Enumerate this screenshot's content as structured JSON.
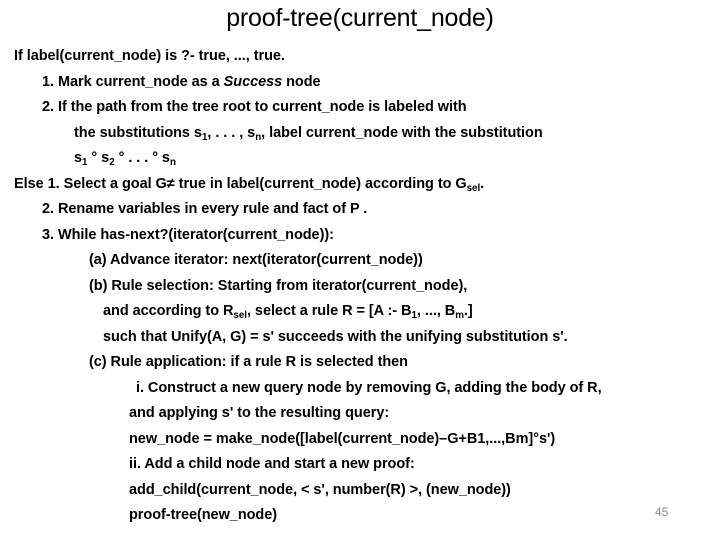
{
  "slide": {
    "title": "proof-tree(current_node)",
    "page_number": "45",
    "page_number_color": "#8a8a8a",
    "background_color": "#ffffff",
    "text_color": "#000000"
  },
  "body": {
    "lines": [
      {
        "id": "line-if-label",
        "indent": 0,
        "text": "If label(current_node) is ?- true, ..., true."
      },
      {
        "id": "line-1-mark",
        "indent": 1,
        "prefix": "1. Mark current_node as a ",
        "italic": "Success",
        "suffix": " node"
      },
      {
        "id": "line-2-if-path",
        "indent": 1,
        "text": "2. If the path from the tree root to current_node is labeled with"
      },
      {
        "id": "line-2-cont-subs",
        "indent": 2,
        "segments": [
          {
            "t": "the substitutions s"
          },
          {
            "sub": "1"
          },
          {
            "t": ", . . . , s"
          },
          {
            "sub": "n"
          },
          {
            "t": ", label current_node with the substitution"
          }
        ]
      },
      {
        "id": "line-2-cont-compose",
        "indent": 2,
        "segments": [
          {
            "t": "s"
          },
          {
            "sub": "1"
          },
          {
            "t": " ° s"
          },
          {
            "sub": "2"
          },
          {
            "t": " ° . . . ° s"
          },
          {
            "sub": "n"
          }
        ]
      },
      {
        "id": "line-else-1-select",
        "indent": 0,
        "segments": [
          {
            "t": "Else 1. Select a goal G≠ true in label(current_node) according to G"
          },
          {
            "sub": "sel"
          },
          {
            "t": "."
          }
        ]
      },
      {
        "id": "line-else-2-rename",
        "indent": 1,
        "text": "2. Rename variables in every rule and fact of P ."
      },
      {
        "id": "line-else-3-while",
        "indent": 1,
        "text": "3. While has-next?(iterator(current_node)):"
      },
      {
        "id": "line-a-advance",
        "indent": 3,
        "text": "(a) Advance iterator: next(iterator(current_node))"
      },
      {
        "id": "line-b-rule-selection",
        "indent": 3,
        "text": "(b) Rule selection: Starting from iterator(current_node),"
      },
      {
        "id": "line-b-cont-according",
        "indent": 4,
        "segments": [
          {
            "t": "and according to R"
          },
          {
            "sub": "sel"
          },
          {
            "t": ", select a rule R = [A :- B"
          },
          {
            "sub": "1"
          },
          {
            "t": ", ..., B"
          },
          {
            "sub": "m"
          },
          {
            "t": ".]"
          }
        ]
      },
      {
        "id": "line-b-cont-unify",
        "indent": 4,
        "text": "such that Unify(A, G) = s' succeeds with the unifying substitution s'."
      },
      {
        "id": "line-c-rule-application",
        "indent": 3,
        "text": "(c) Rule application: if a rule R is selected then"
      },
      {
        "id": "line-c-i-construct",
        "indent": 6,
        "text": "i. Construct a new query node by removing G, adding the body of R,"
      },
      {
        "id": "line-c-i-cont-applying",
        "indent": 5,
        "text": "and applying s' to the resulting query:"
      },
      {
        "id": "line-c-i-new-node",
        "indent": 5,
        "text": "new_node = make_node([label(current_node)–G+B1,...,Bm]°s')"
      },
      {
        "id": "line-c-ii-add-child",
        "indent": 5,
        "text": "ii. Add a child node and start a new proof:"
      },
      {
        "id": "line-c-ii-add-child-call",
        "indent": 5,
        "text": "add_child(current_node, < s', number(R) >, (new_node))"
      },
      {
        "id": "line-c-ii-proof-tree",
        "indent": 5,
        "text": "proof-tree(new_node)"
      }
    ]
  }
}
